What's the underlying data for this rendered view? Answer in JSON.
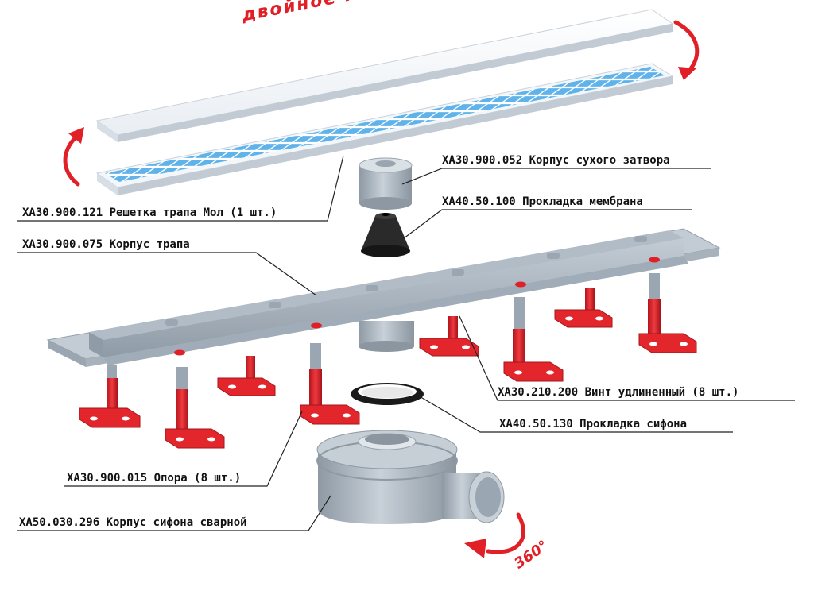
{
  "callouts": {
    "dual_use": "двойное использование",
    "rotation": "360°"
  },
  "parts": [
    {
      "id": "cover",
      "label": "ХА30.900.121 Решетка трапа Мол (1 шт.)"
    },
    {
      "id": "body",
      "label": "ХА30.900.075 Корпус трапа"
    },
    {
      "id": "dry-trap",
      "label": "ХА30.900.052 Корпус сухого затвора"
    },
    {
      "id": "membrane",
      "label": "ХА40.50.100 Прокладка мембрана"
    },
    {
      "id": "screw",
      "label": "ХА30.210.200 Винт удлиненный (8 шт.)"
    },
    {
      "id": "siphon-gasket",
      "label": "ХА40.50.130 Прокладка сифона"
    },
    {
      "id": "support",
      "label": "ХА30.900.015 Опора (8 шт.)"
    },
    {
      "id": "siphon-body",
      "label": "ХА50.030.296 Корпус сифона сварной"
    }
  ],
  "colors": {
    "accent_red": "#e11f26",
    "steel_grey": "#a9b4bf",
    "tile_blue": "#5fb3ea",
    "rubber_black": "#1c1c1c",
    "leader_line": "#222222"
  }
}
